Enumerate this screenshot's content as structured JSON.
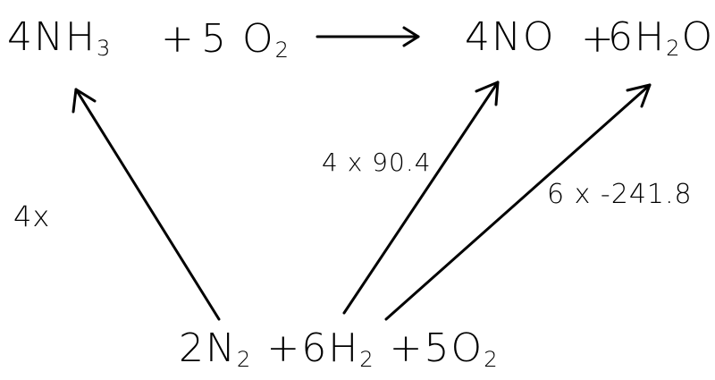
{
  "top_equation": {
    "reactant_1": {
      "coef": "4",
      "formula": "NH",
      "sub": "3"
    },
    "plus_1": "+",
    "reactant_2": {
      "coef": "5",
      "formula": "O",
      "sub": "2"
    },
    "product_1": {
      "coef": "4",
      "formula": "NO"
    },
    "plus_2": "+",
    "product_2": {
      "coef": "6",
      "formula": "H",
      "sub": "2",
      "tail": "O"
    }
  },
  "bottom_equation": {
    "term_1": {
      "coef": "2",
      "formula": "N",
      "sub": "2"
    },
    "plus_1": "+",
    "term_2": {
      "coef": "6",
      "formula": "H",
      "sub": "2"
    },
    "plus_2": "+",
    "term_3": {
      "coef": "5",
      "formula": "O",
      "sub": "2"
    }
  },
  "annotations": {
    "left_arrow": "4x",
    "middle_arrow": "4 x 90.4",
    "right_arrow": "6 x -241.8"
  },
  "colors": {
    "ink": "#000000",
    "background": "#ffffff"
  }
}
